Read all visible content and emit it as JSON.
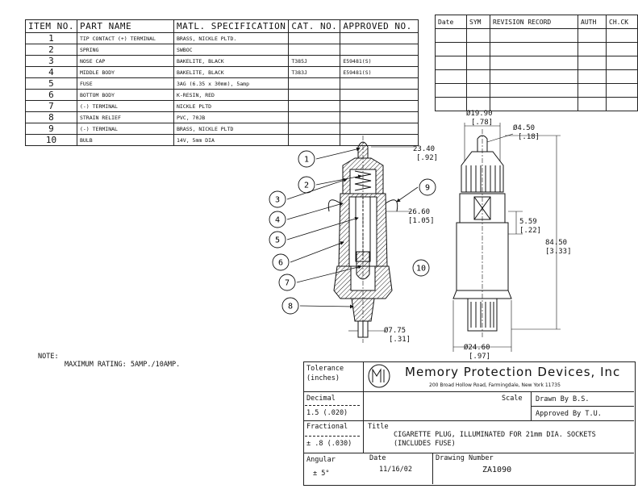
{
  "bom": {
    "headers": [
      "ITEM NO.",
      "PART NAME",
      "MATL. SPECIFICATION",
      "CAT. NO.",
      "APPROVED NO."
    ],
    "rows": [
      {
        "item": "1",
        "part": "TIP CONTACT (+) TERMINAL",
        "matl": "BRASS, NICKLE PLTD.",
        "cat": "",
        "approved": ""
      },
      {
        "item": "2",
        "part": "SPRING",
        "matl": "SWBOC",
        "cat": "",
        "approved": ""
      },
      {
        "item": "3",
        "part": "NOSE CAP",
        "matl": "BAKELITE, BLACK",
        "cat": "T385J",
        "approved": "E59481(S)"
      },
      {
        "item": "4",
        "part": "MIDDLE BODY",
        "matl": "BAKELITE, BLACK",
        "cat": "T383J",
        "approved": "E59481(S)"
      },
      {
        "item": "5",
        "part": "FUSE",
        "matl": "3AG (6.35 x 30mm), 5amp",
        "cat": "",
        "approved": ""
      },
      {
        "item": "6",
        "part": "BOTTOM BODY",
        "matl": "K-RESIN, RED",
        "cat": "",
        "approved": ""
      },
      {
        "item": "7",
        "part": "(-) TERMINAL",
        "matl": "NICKLE PLTD",
        "cat": "",
        "approved": ""
      },
      {
        "item": "8",
        "part": "STRAIN RELIEF",
        "matl": "PVC, 70JB",
        "cat": "",
        "approved": ""
      },
      {
        "item": "9",
        "part": "(-) TERMINAL",
        "matl": "BRASS, NICKLE PLTD",
        "cat": "",
        "approved": ""
      },
      {
        "item": "10",
        "part": "BULB",
        "matl": "14V, 5mm DIA",
        "cat": "",
        "approved": ""
      }
    ]
  },
  "revision": {
    "headers": [
      "Date",
      "SYM",
      "REVISION RECORD",
      "AUTH",
      "CH.CK"
    ]
  },
  "callouts": [
    "1",
    "2",
    "3",
    "4",
    "5",
    "6",
    "7",
    "8",
    "9",
    "10"
  ],
  "dims": {
    "d1": "23.40",
    "d1b": "[.92]",
    "d2": "26.60",
    "d2b": "[1.05]",
    "d3": "Ø7.75",
    "d3b": "[.31]",
    "d4": "Ø19.90",
    "d4b": "[.78]",
    "d5": "Ø4.50",
    "d5b": "[.18]",
    "d6": "5.59",
    "d6b": "[.22]",
    "d7": "84.50",
    "d7b": "[3.33]",
    "d8": "Ø24.60",
    "d8b": "[.97]"
  },
  "note": {
    "title": "NOTE:",
    "text": "MAXIMUM RATING: 5AMP./10AMP."
  },
  "titleblock": {
    "tolerance": "Tolerance",
    "inches": "(inches)",
    "company": "Memory Protection Devices, Inc",
    "address": "200 Broad Hollow Road, Farmingdale, New York 11735",
    "decimal_label": "Decimal",
    "decimal_value": "1.5 (.020)",
    "scale_label": "Scale",
    "drawn_by": "Drawn By  B.S.",
    "approved_by": "Approved By  T.U.",
    "fractional_label": "Fractional",
    "fractional_value": "± .8 (.030)",
    "title_label": "Title",
    "title_line1": "CIGARETTE PLUG, ILLUMINATED FOR 21mm DIA. SOCKETS",
    "title_line2": "(INCLUDES FUSE)",
    "angular_label": "Angular",
    "angular_value": "± 5°",
    "date_label": "Date",
    "date_value": "11/16/02",
    "drawing_label": "Drawing Number",
    "drawing_value": "ZA1090"
  }
}
